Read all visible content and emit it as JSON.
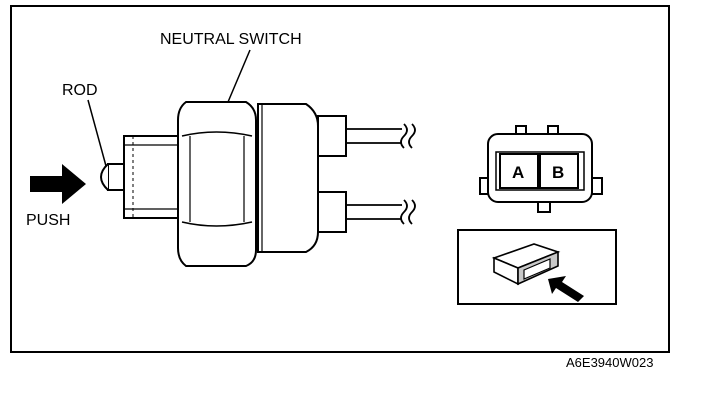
{
  "labels": {
    "title": "NEUTRAL SWITCH",
    "rod": "ROD",
    "push": "PUSH",
    "pin_a": "A",
    "pin_b": "B",
    "figure_code": "A6E3940W023"
  },
  "colors": {
    "ink": "#000000",
    "paper": "#ffffff",
    "shade": "#c8c8c8"
  },
  "icons": {
    "push_arrow": "arrow-right-icon",
    "view_arrow": "arrow-up-left-icon"
  }
}
